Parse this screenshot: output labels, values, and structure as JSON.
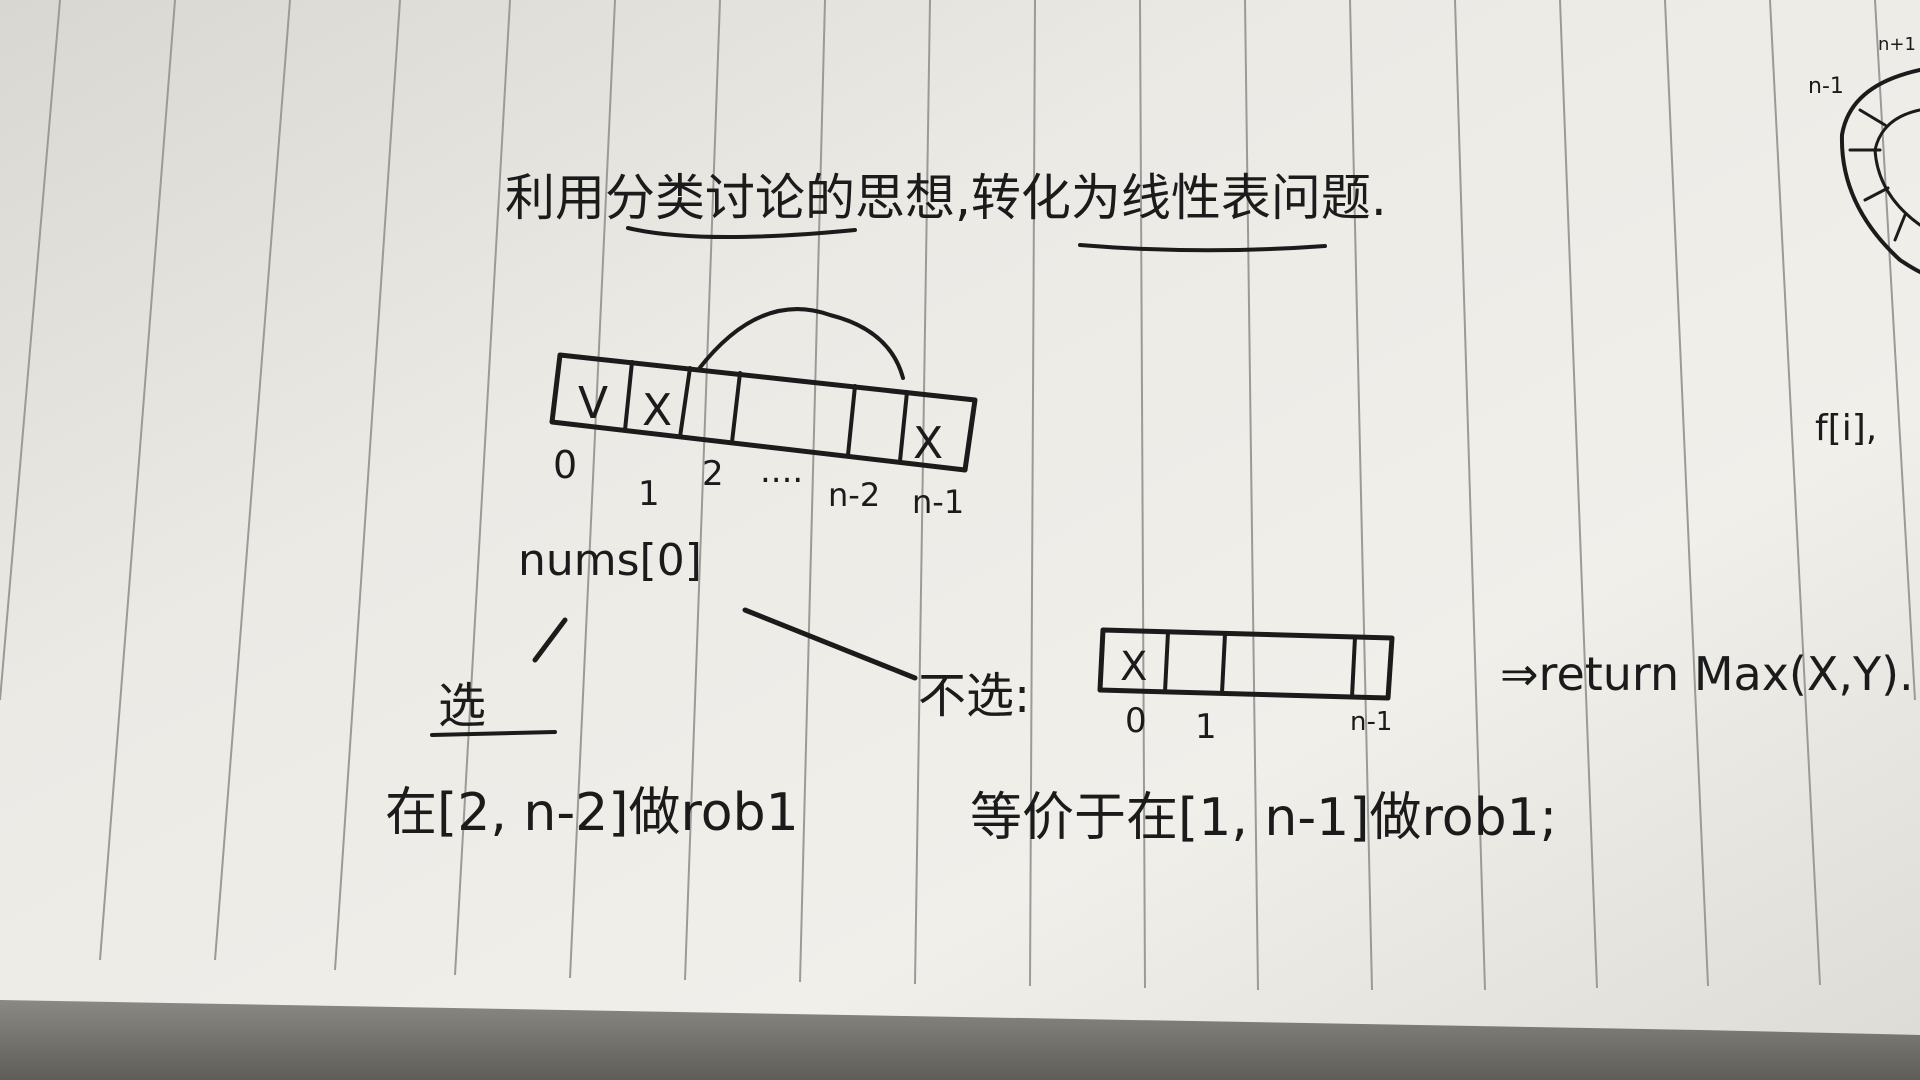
{
  "note": {
    "title": "利用分类讨论的思想,转化为线性表问题.",
    "array_top": {
      "cells": [
        "V",
        "X",
        "",
        "",
        "",
        "",
        "X"
      ],
      "indices": [
        "0",
        "1",
        "2",
        "....",
        "n-2",
        "n-1"
      ]
    },
    "nums_label": "nums[0]",
    "branch_select": "选",
    "branch_not_select": "不选:",
    "array_bottom": {
      "cells": [
        "X",
        "",
        "",
        ""
      ],
      "indices": [
        "0",
        "1",
        "n-1"
      ]
    },
    "return_text": "⇒return Max(X,Y).",
    "select_text": "在[2, n-2]做rob1",
    "not_select_text": "等价于在[1, n-1]做rob1;",
    "margin_labels": {
      "n_minus_1": "n-1",
      "n_plus_1": "n+1",
      "f_text": "f[i],"
    }
  },
  "colors": {
    "paper": "#e9e8e2",
    "paper_light": "#f1f0ec",
    "shadow": "#6e6c66",
    "rule_line": "#9a9a98",
    "ink": "#1b1b1b"
  }
}
